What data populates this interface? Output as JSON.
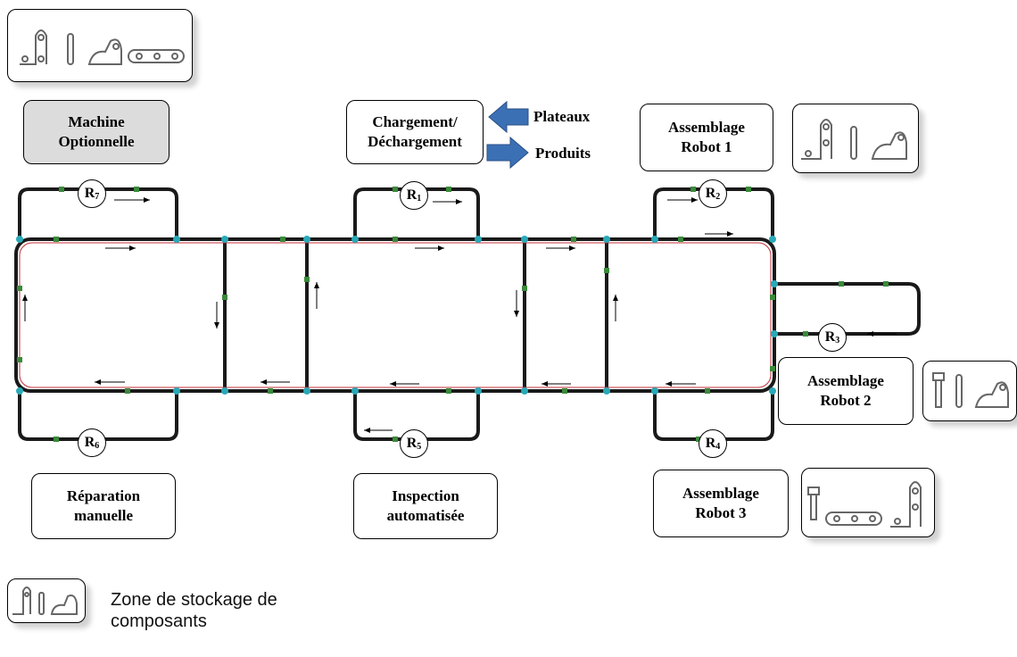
{
  "stations": {
    "machine_optionnelle": "Machine\nOptionnelle",
    "chargement": "Chargement/\nDéchargement",
    "assemblage_robot1": "Assemblage\nRobot 1",
    "assemblage_robot2": "Assemblage\nRobot 2",
    "assemblage_robot3": "Assemblage\nRobot 3",
    "reparation": "Réparation\nmanuelle",
    "inspection": "Inspection\nautomatisée"
  },
  "flows": {
    "plateaux": "Plateaux",
    "produits": "Produits"
  },
  "robots": [
    {
      "letter": "R",
      "sub": "1"
    },
    {
      "letter": "R",
      "sub": "2"
    },
    {
      "letter": "R",
      "sub": "3"
    },
    {
      "letter": "R",
      "sub": "4"
    },
    {
      "letter": "R",
      "sub": "5"
    },
    {
      "letter": "R",
      "sub": "6"
    },
    {
      "letter": "R",
      "sub": "7"
    }
  ],
  "legend": {
    "storage_label": "Zone de stockage de\ncomposants"
  },
  "colors": {
    "track": "#1a1a1a",
    "track_inner": "#c0303a",
    "arrow_blue": "#3c70b5",
    "junction": "#2aa9b8",
    "shuttle": "#3b8a3b"
  }
}
